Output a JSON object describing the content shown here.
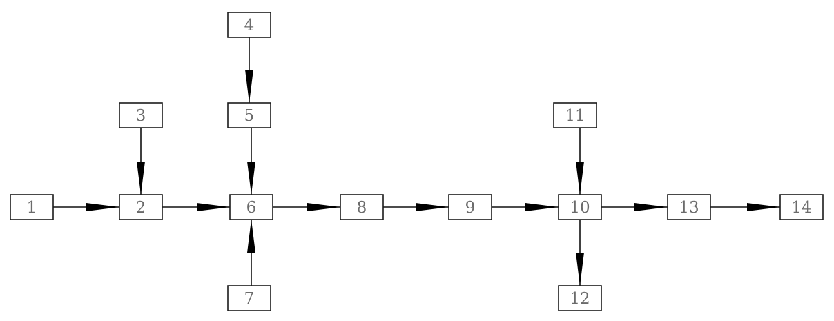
{
  "diagram": {
    "nodes": [
      {
        "id": "n1",
        "label": "1"
      },
      {
        "id": "n2",
        "label": "2"
      },
      {
        "id": "n3",
        "label": "3"
      },
      {
        "id": "n4",
        "label": "4"
      },
      {
        "id": "n5",
        "label": "5"
      },
      {
        "id": "n6",
        "label": "6"
      },
      {
        "id": "n7",
        "label": "7"
      },
      {
        "id": "n8",
        "label": "8"
      },
      {
        "id": "n9",
        "label": "9"
      },
      {
        "id": "n10",
        "label": "10"
      },
      {
        "id": "n11",
        "label": "11"
      },
      {
        "id": "n12",
        "label": "12"
      },
      {
        "id": "n13",
        "label": "13"
      },
      {
        "id": "n14",
        "label": "14"
      }
    ],
    "edges": [
      {
        "from": "n1",
        "to": "n2"
      },
      {
        "from": "n3",
        "to": "n2"
      },
      {
        "from": "n2",
        "to": "n6"
      },
      {
        "from": "n4",
        "to": "n5"
      },
      {
        "from": "n5",
        "to": "n6"
      },
      {
        "from": "n7",
        "to": "n6"
      },
      {
        "from": "n6",
        "to": "n8"
      },
      {
        "from": "n8",
        "to": "n9"
      },
      {
        "from": "n9",
        "to": "n10"
      },
      {
        "from": "n11",
        "to": "n10"
      },
      {
        "from": "n10",
        "to": "n12"
      },
      {
        "from": "n10",
        "to": "n13"
      },
      {
        "from": "n13",
        "to": "n14"
      }
    ]
  }
}
